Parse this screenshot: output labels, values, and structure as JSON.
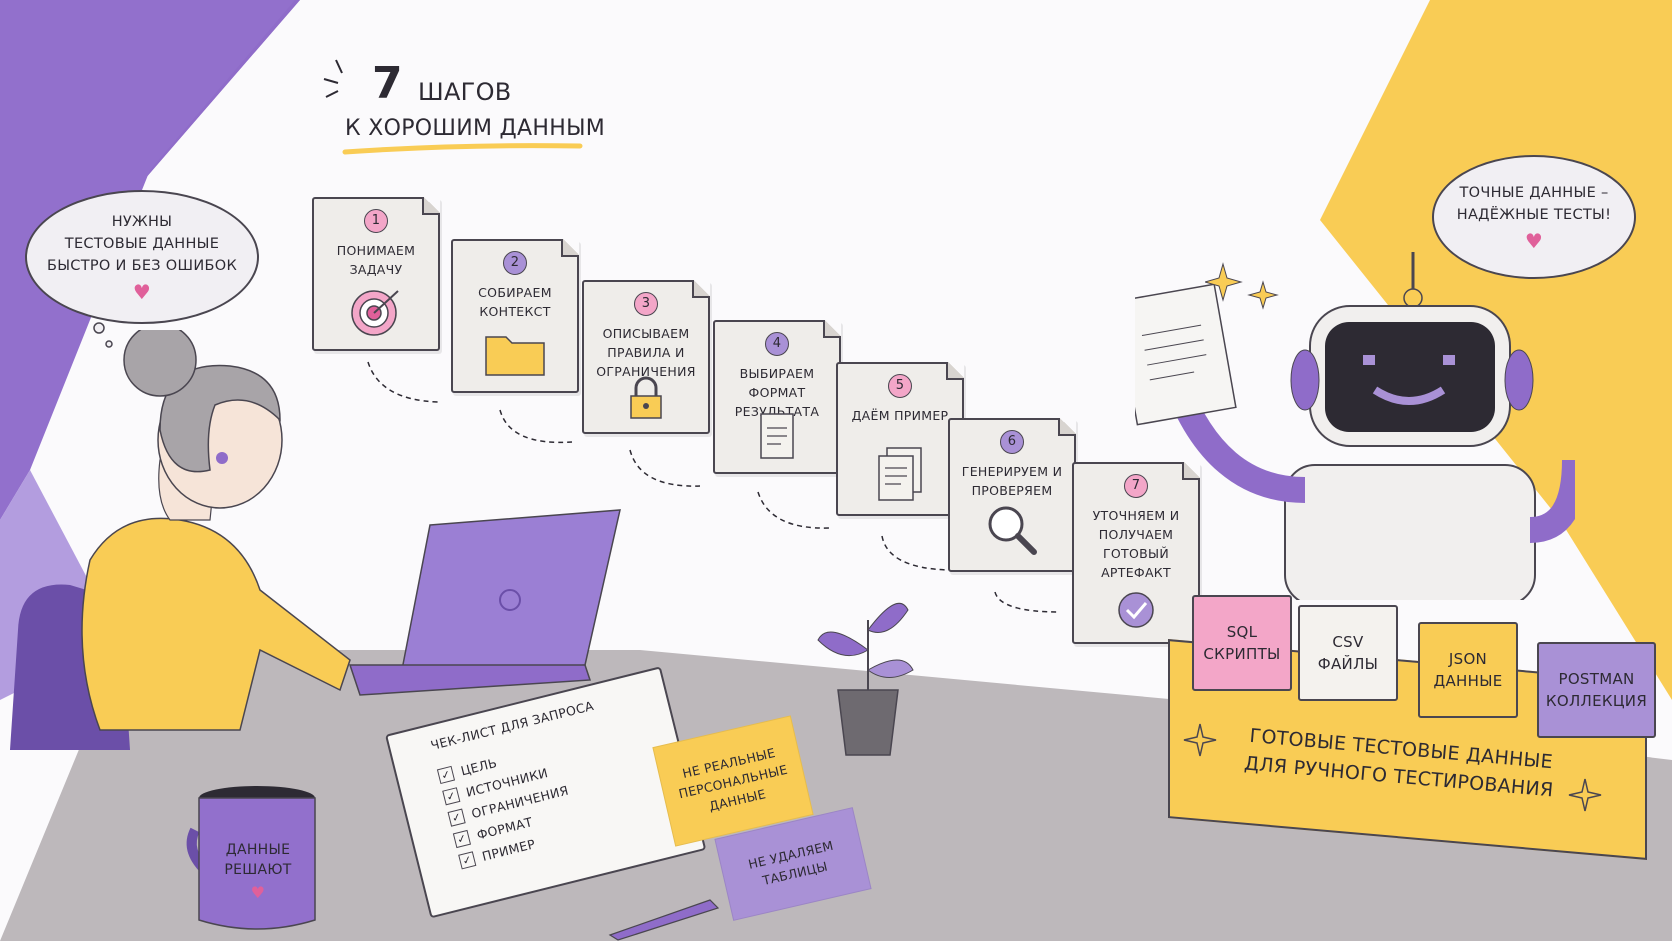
{
  "title": {
    "number": "7",
    "word": "шагов",
    "subtitle": "к хорошим данным"
  },
  "bubble_left": {
    "lines": [
      "Нужны",
      "тестовые данные",
      "быстро и без ошибок"
    ],
    "icon": "heart-icon"
  },
  "bubble_right": {
    "lines": [
      "Точные данные –",
      "надёжные тесты!"
    ],
    "icon": "heart-icon"
  },
  "steps": [
    {
      "num": "1",
      "label": "Понимаем задачу",
      "icon": "target-icon",
      "num_color": "#f3a6c8"
    },
    {
      "num": "2",
      "label": "Собираем контекст",
      "icon": "folder-icon",
      "num_color": "#a991d6"
    },
    {
      "num": "3",
      "label": "Описываем правила и ограничения",
      "icon": "lock-icon",
      "num_color": "#f3a6c8"
    },
    {
      "num": "4",
      "label": "Выбираем формат результата",
      "icon": "document-icon",
      "num_color": "#a991d6"
    },
    {
      "num": "5",
      "label": "Даём пример",
      "icon": "pages-icon",
      "num_color": "#f3a6c8"
    },
    {
      "num": "6",
      "label": "Генерируем и проверяем",
      "icon": "magnifier-icon",
      "num_color": "#a991d6"
    },
    {
      "num": "7",
      "label": "Уточняем и получаем готовый артефакт",
      "icon": "check-circle-icon",
      "num_color": "#f3a6c8"
    }
  ],
  "box": {
    "label_line1": "Готовые тестовые данные",
    "label_line2": "для ручного тестирования",
    "tabs": [
      {
        "line1": "SQL",
        "line2": "скрипты",
        "color": "#f3a6c8"
      },
      {
        "line1": "CSV",
        "line2": "файлы",
        "color": "#f4f2ee"
      },
      {
        "line1": "JSON",
        "line2": "данные",
        "color": "#f9cc55"
      },
      {
        "line1": "Postman",
        "line2": "коллекция",
        "color": "#a991d6"
      }
    ]
  },
  "checklist": {
    "title": "Чек-лист для запроса",
    "items": [
      "Цель",
      "Источники",
      "Ограничения",
      "Формат",
      "Пример"
    ]
  },
  "sticky_yellow": {
    "lines": [
      "Не реальные",
      "персональные",
      "данные"
    ]
  },
  "sticky_purple": {
    "lines": [
      "Не удаляем",
      "таблицы"
    ]
  },
  "mug": {
    "line1": "Данные",
    "line2": "решают",
    "icon": "heart-icon"
  },
  "colors": {
    "purple": "#8f6cc9",
    "yellow": "#f9cc55",
    "pink": "#f3a6c8",
    "desk": "#bdb8bb"
  }
}
